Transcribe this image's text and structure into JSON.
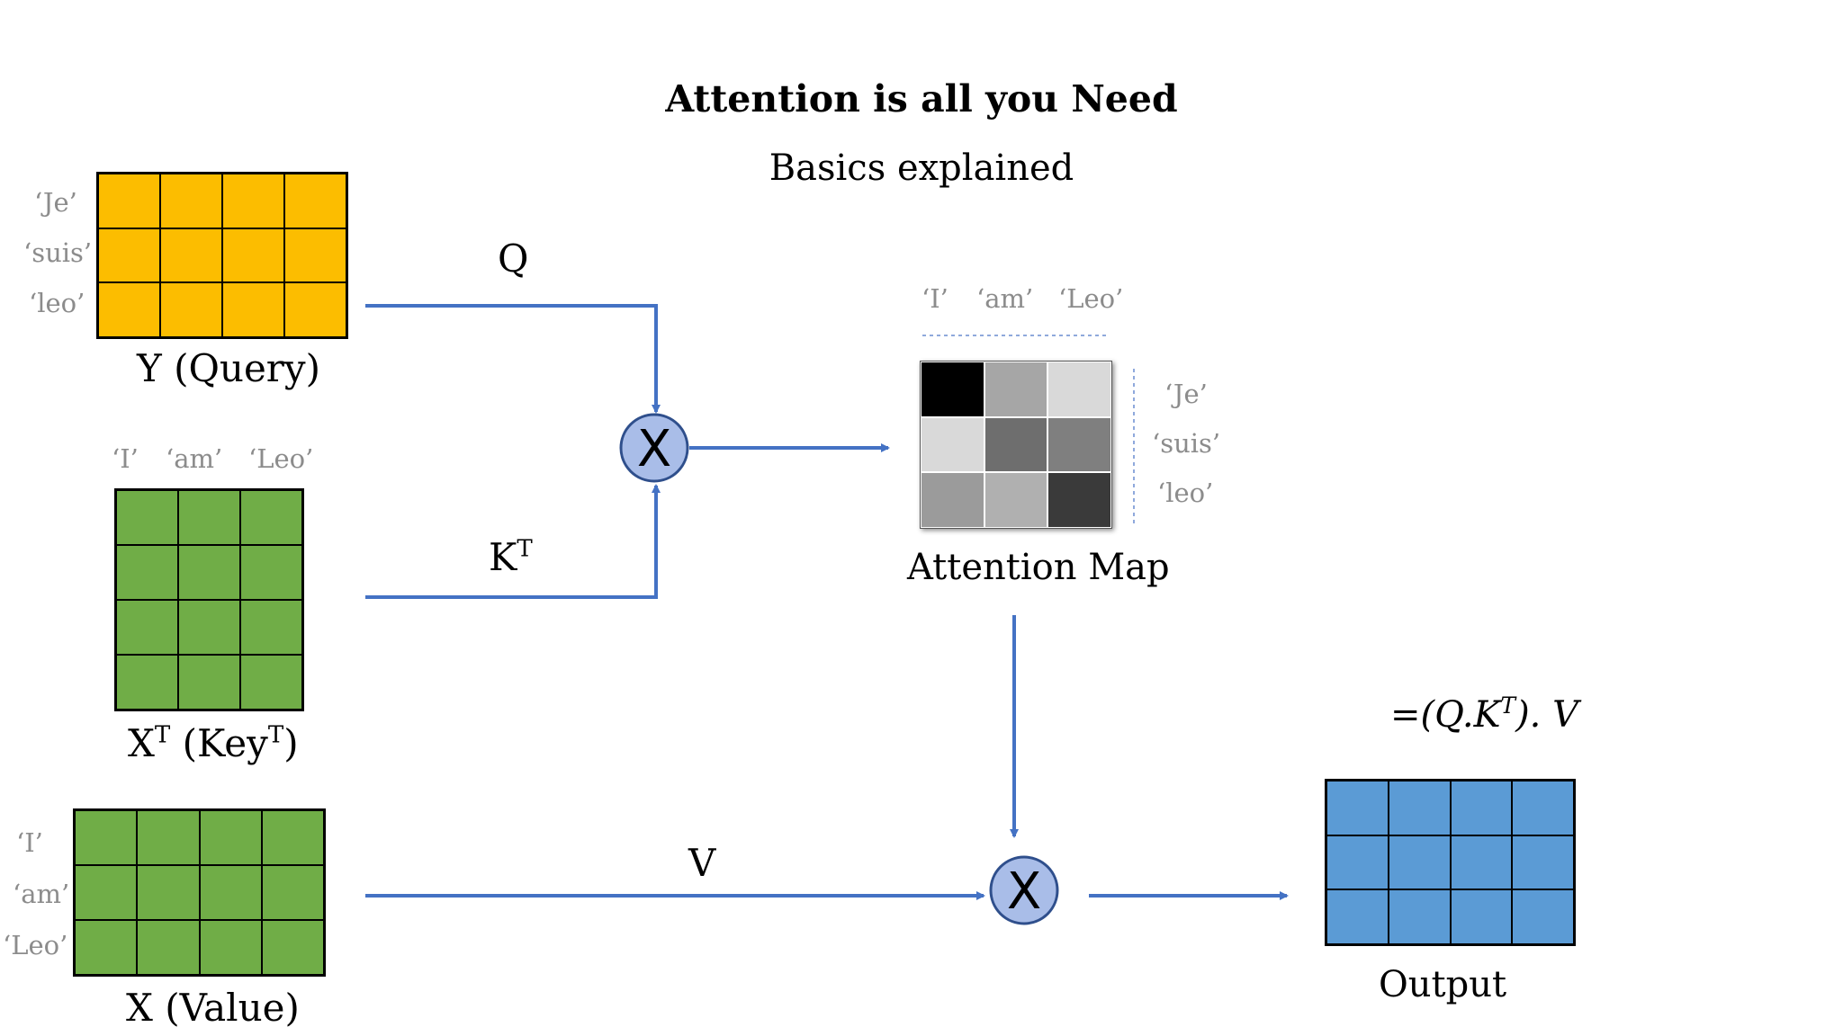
{
  "title": "Attention is all you Need",
  "subtitle": "Basics explained",
  "query": {
    "row_labels": [
      "‘Je’",
      "‘suis’",
      "‘leo’"
    ],
    "caption": "Y (Query)",
    "color": "#fcbd00",
    "rows": 3,
    "cols": 4
  },
  "key": {
    "col_labels": [
      "‘I’",
      "‘am’",
      "‘Leo’"
    ],
    "caption_main": "X",
    "caption_sup": "T",
    "caption_mid": " (Key",
    "caption_sup2": "T",
    "caption_end": ")",
    "color": "#70ad47",
    "rows": 4,
    "cols": 3
  },
  "value": {
    "row_labels": [
      "‘I’",
      "‘am’",
      "‘Leo’"
    ],
    "caption": "X (Value)",
    "color": "#70ad47",
    "rows": 3,
    "cols": 4
  },
  "arrows": {
    "q_label": "Q",
    "k_label_main": "K",
    "k_label_sup": "T",
    "v_label": "V",
    "color": "#4472c4"
  },
  "multiply": {
    "symbol": "X",
    "fill": "#a9bde8",
    "stroke": "#2f4f8c"
  },
  "attention_map": {
    "col_labels": [
      "‘I’",
      "‘am’",
      "‘Leo’"
    ],
    "row_labels": [
      "‘Je’",
      "‘suis’",
      "‘leo’"
    ],
    "caption": "Attention Map",
    "cells": [
      [
        "#000000",
        "#a6a6a6",
        "#d9d9d9"
      ],
      [
        "#d9d9d9",
        "#6e6e6e",
        "#7f7f7f"
      ],
      [
        "#9b9b9b",
        "#b0b0b0",
        "#3a3a3a"
      ]
    ]
  },
  "output": {
    "formula_prefix": "=(Q.K",
    "formula_sup": "T",
    "formula_suffix": "). V",
    "caption": "Output",
    "color": "#5b9bd5",
    "rows": 3,
    "cols": 4
  }
}
